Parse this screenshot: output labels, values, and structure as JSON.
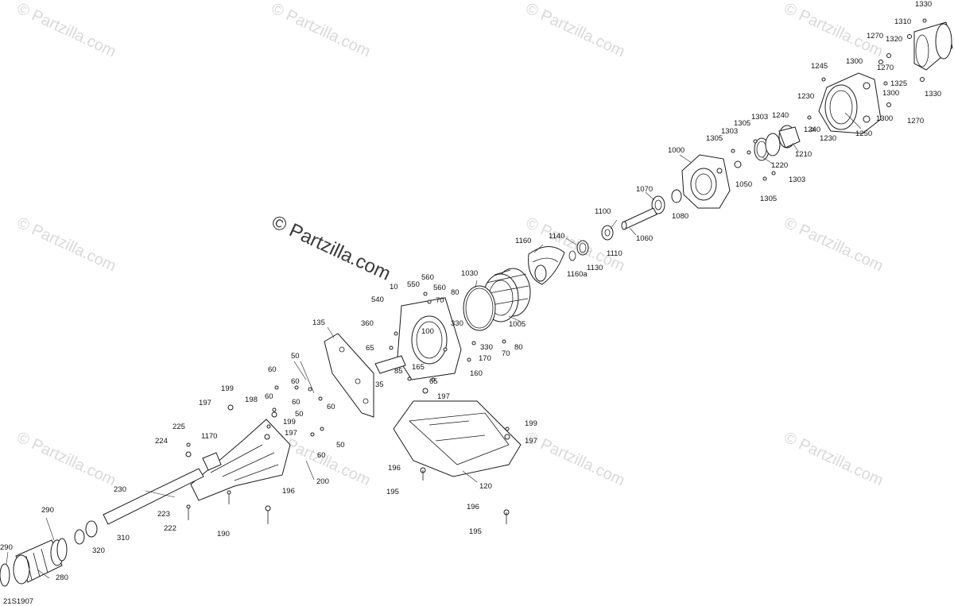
{
  "watermark": {
    "text": "© Partzilla.com",
    "center_text": "© Partzilla.com"
  },
  "diagram_code": "21S1907",
  "callouts": {
    "c1330a": "1330",
    "c1310": "1310",
    "c1270a": "1270",
    "c1320": "1320",
    "c1300a": "1300",
    "c1270b": "1270",
    "c1325": "1325",
    "c1330b": "1330",
    "c1245": "1245",
    "c1300b": "1300",
    "c1230a": "1230",
    "c1300c": "1300",
    "c1270c": "1270",
    "c1240a": "1240",
    "c1303a": "1303",
    "c1305a": "1305",
    "c1303b": "1303",
    "c1305b": "1305",
    "c1240b": "1240",
    "c1230b": "1230",
    "c1250": "1250",
    "c1210": "1210",
    "c1220": "1220",
    "c1000": "1000",
    "c1303c": "1303",
    "c1050": "1050",
    "c1305c": "1305",
    "c1070": "1070",
    "c1080": "1080",
    "c1100": "1100",
    "c1060": "1060",
    "c1160": "1160",
    "c1140": "1140",
    "c1110": "1110",
    "c1130": "1130",
    "c1160a": "1160a",
    "c1030": "1030",
    "c1005": "1005",
    "c10": "10",
    "c550": "550",
    "c560a": "560",
    "c560b": "560",
    "c540": "540",
    "c80a": "80",
    "c70a": "70",
    "c100": "100",
    "c330a": "330",
    "c360": "360",
    "c135": "135",
    "c65a": "65",
    "c330b": "330",
    "c80b": "80",
    "c70b": "70",
    "c170": "170",
    "c50a": "50",
    "c85": "85",
    "c165": "165",
    "c160": "160",
    "c35": "35",
    "c65b": "65",
    "c60a": "60",
    "c60b": "60",
    "c199a": "199",
    "c197a": "197",
    "c198": "198",
    "c60c": "60",
    "c60d": "60",
    "c50b": "50",
    "c60e": "60",
    "c199b": "199",
    "c197b": "197",
    "c225": "225",
    "c224": "224",
    "c1170": "1170",
    "c50c": "50",
    "c60f": "60",
    "c199c": "199",
    "c197c": "197",
    "c197d": "197",
    "c200": "200",
    "c230": "230",
    "c196a": "196",
    "c195a": "195",
    "c120": "120",
    "c290a": "290",
    "c223": "223",
    "c222": "222",
    "c196b": "196",
    "c190": "190",
    "c310": "310",
    "c320": "320",
    "c196c": "196",
    "c195b": "195",
    "c290b": "290",
    "c280": "280"
  }
}
